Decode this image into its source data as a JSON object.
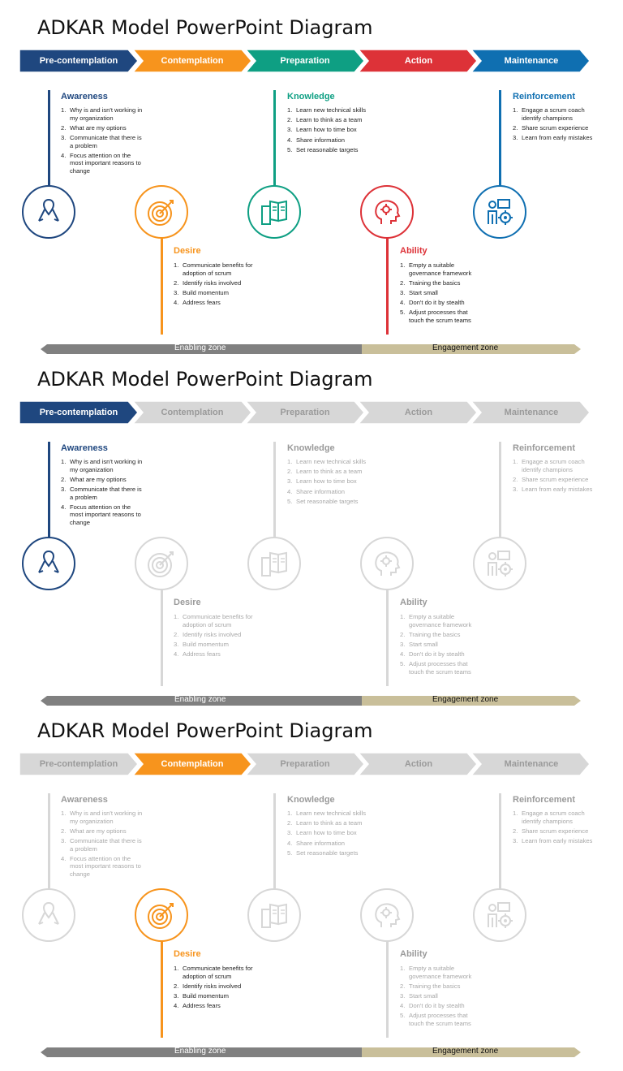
{
  "title": "ADKAR Model PowerPoint Diagram",
  "stages": [
    "Pre-contemplation",
    "Contemplation",
    "Preparation",
    "Action",
    "Maintenance"
  ],
  "colors": {
    "pre": "#1f477f",
    "contemplation": "#f7941d",
    "preparation": "#0e9f83",
    "action": "#dd3238",
    "maintenance": "#0f6fb1",
    "inactive": "#d7d7d7",
    "inactive_text": "#9a9a9a",
    "enabling": "#808080",
    "engagement": "#c9bf9a"
  },
  "blocks": {
    "awareness": {
      "heading": "Awareness",
      "items": [
        "Why is and isn't working in my organization",
        "What are my options",
        "Communicate that there is a problem",
        "Focus attention on the most important reasons to change"
      ]
    },
    "desire": {
      "heading": "Desire",
      "items": [
        "Communicate benefits for adoption of scrum",
        "Identify risks involved",
        "Build momentum",
        "Address fears"
      ]
    },
    "knowledge": {
      "heading": "Knowledge",
      "items": [
        "Learn new technical skills",
        "Learn to think as a team",
        "Learn how to time box",
        "Share information",
        "Set reasonable targets"
      ]
    },
    "ability": {
      "heading": "Ability",
      "items": [
        "Empty a suitable governance framework",
        "Training the basics",
        "Start small",
        "Don't do it by stealth",
        "Adjust processes that touch the scrum teams"
      ]
    },
    "reinforcement": {
      "heading": "Reinforcement",
      "items": [
        "Engage a scrum coach identify champions",
        "Share scrum experience",
        "Learn from early mistakes"
      ]
    }
  },
  "zones": {
    "enabling": "Enabling zone",
    "engagement": "Engagement zone"
  },
  "icons": [
    "ribbon-icon",
    "target-icon",
    "books-icon",
    "head-gear-icon",
    "presenter-gear-icon"
  ]
}
